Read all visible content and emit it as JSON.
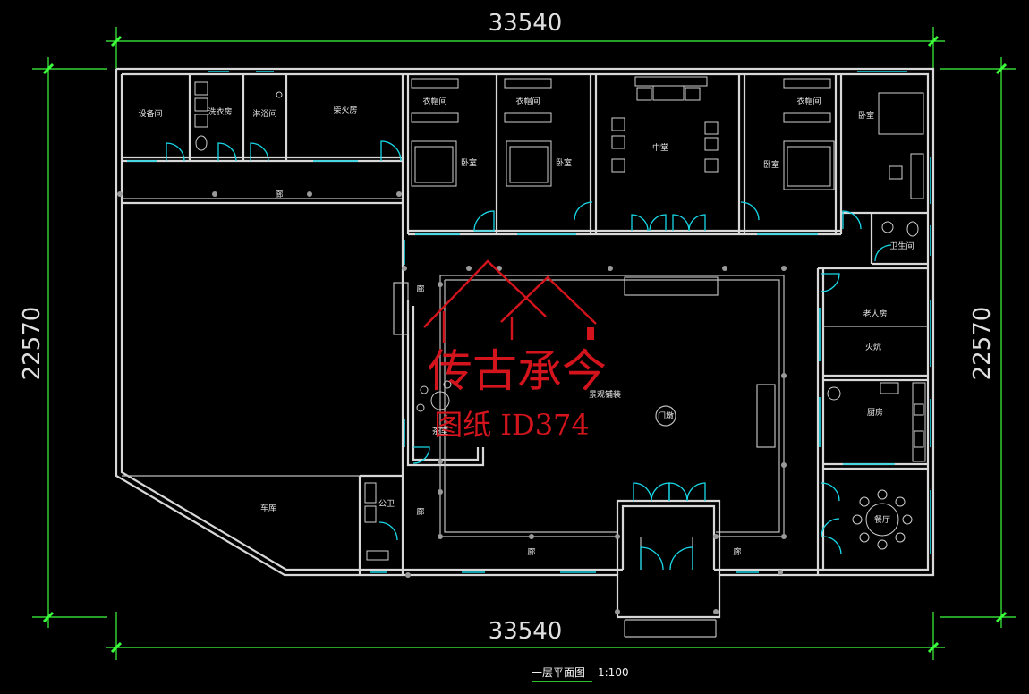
{
  "dimensions": {
    "top": "33540",
    "bottom": "33540",
    "left": "22570",
    "right": "22570"
  },
  "rooms": {
    "storage": "设备间",
    "laundry": "洗衣房",
    "bath_room": "淋浴间",
    "fire_room": "柴火房",
    "corridor_top": "廊",
    "closet_1": "衣帽间",
    "closet_2": "衣帽间",
    "closet_3": "衣帽间",
    "bedroom_1": "卧室",
    "bedroom_2": "卧室",
    "hall": "中堂",
    "bedroom_3": "卧室",
    "bedroom_4": "卧室",
    "bathroom": "卫生间",
    "elder_room": "老人房",
    "kang": "火炕",
    "kitchen": "厨房",
    "dining": "餐厅",
    "garage": "车库",
    "public_wc": "公卫",
    "courtyard": "景观铺装",
    "door_sill": "门墩",
    "tea": "茶室",
    "corridor_left_1": "廊",
    "corridor_left_2": "廊",
    "corridor_bottom_1": "廊",
    "corridor_bottom_2": "廊"
  },
  "title": {
    "name": "一层平面图",
    "scale": "1:100"
  },
  "watermark": {
    "brand": "传古承今",
    "id_text": "图纸 ID374"
  },
  "colors": {
    "wall": "#d8d8d8",
    "window": "#18d8e8",
    "dimension": "#3cff3c",
    "watermark": "#d4141c"
  }
}
